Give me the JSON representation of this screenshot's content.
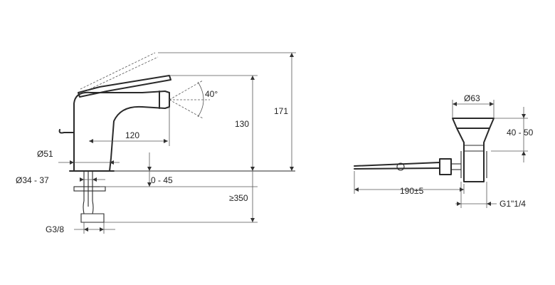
{
  "diagram": {
    "faucet_labels": {
      "angle": "40°",
      "reach": "120",
      "height_spout": "130",
      "height_total": "171",
      "base_diameter": "Ø51",
      "hole_diameter": "Ø34 - 37",
      "deck_thickness": "0 - 45",
      "hose_length": "≥350",
      "connection": "G3/8"
    },
    "waste_labels": {
      "top_diameter": "Ø63",
      "body_height": "40 - 50",
      "rod_length": "190±5",
      "thread": "G1\"1/4"
    }
  }
}
